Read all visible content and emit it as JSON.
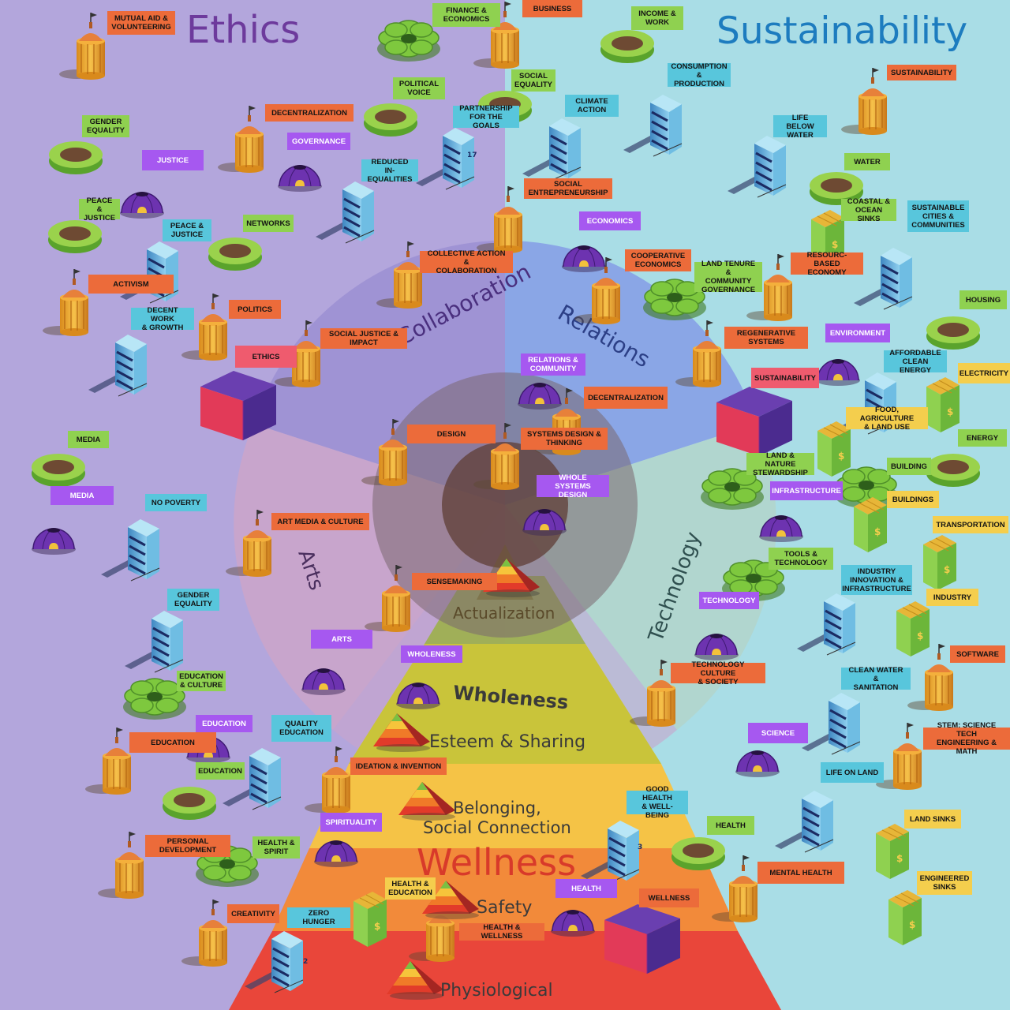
{
  "titles": {
    "left": "Ethics",
    "right": "Sustainability"
  },
  "sectors": {
    "collaboration": "Collaboration",
    "relations": "Relations",
    "arts": "Arts",
    "technology": "Technology",
    "center": "Actualization"
  },
  "pyramid": {
    "wholeness": "Wholeness",
    "esteem": "Esteem & Sharing",
    "belonging": "Belonging,\nSocial Connection",
    "wellness": "Wellness",
    "safety": "Safety",
    "physiological": "Physiological"
  },
  "colors": {
    "left_bg": "#b3a6dc",
    "right_bg": "#a9dde6",
    "ethics_title": "#6d3a9c",
    "sustainability_title": "#1d7cbf",
    "orange": "#ec6b3a",
    "purple": "#a658f0",
    "cyan": "#58c6dc",
    "green": "#8fd150",
    "yellow": "#f4ce4d",
    "pink": "#ef5b6e"
  },
  "labels": {
    "mutual_aid": "MUTUAL AID &\nVOLUNTEERING",
    "finance": "FINANCE &\nECONOMICS",
    "business": "BUSINESS",
    "income": "INCOME &\nWORK",
    "social_equality": "SOCIAL\nEQUALITY",
    "political_voice": "POLITICAL\nVOICE",
    "partnership": "PARTNERSHIP\nFOR THE GOALS",
    "consumption": "CONSUMPTION\n& PRODUCTION",
    "sustainability_top": "SUSTAINABILITY",
    "climate_action": "CLIMATE\nACTION",
    "gender_equality_top": "GENDER\nEQUALITY",
    "decentralization_top": "DECENTRALIZATION",
    "governance": "GOVERNANCE",
    "justice": "JUSTICE",
    "reduced_inequalities": "REDUCED IN-\nEQUALITIES",
    "life_below_water": "LIFE BELOW\nWATER",
    "water": "WATER",
    "social_entrepreneurship": "SOCIAL\nENTREPRENEURSHIP",
    "peace_justice_1": "PEACE &\nJUSTICE",
    "peace_justice_2": "PEACE &\nJUSTICE",
    "networks": "NETWORKS",
    "economics": "ECONOMICS",
    "coastal": "COASTAL &\nOCEAN SINKS",
    "sustainable_cities": "SUSTAINABLE\nCITIES &\nCOMMUNITIES",
    "collective_action": "COLLECTIVE ACTION &\nCOLABORATION",
    "cooperative": "COOPERATIVE\nECONOMICS",
    "land_tenure": "LAND TENURE &\nCOMMUNITY\nGOVERNANCE",
    "resource_based": "RESOURC-BASED\nECONOMY",
    "activism": "ACTIVISM",
    "housing": "HOUSING",
    "decent_work": "DECENT WORK\n& GROWTH",
    "politics": "POLITICS",
    "social_justice": "SOCIAL JUSTICE &\nIMPACT",
    "regenerative": "REGENERATIVE\nSYSTEMS",
    "environment": "ENVIRONMENT",
    "affordable_energy": "AFFORDABLE\nCLEAN ENERGY",
    "ethics_center": "ETHICS",
    "relations_community": "RELATIONS &\nCOMMUNITY",
    "electricity": "ELECTRICITY",
    "sustainability_mid": "SUSTAINABILITY",
    "decentralization_mid": "DECENTRALIZATION",
    "food_agriculture": "FOOD, AGRICULTURE\n& LAND USE",
    "design": "DESIGN",
    "systems_design": "SYSTEMS DESIGN &\nTHINKING",
    "media_green": "MEDIA",
    "energy": "ENERGY",
    "land_nature": "LAND & NATURE\nSTEWARDSHIP",
    "building": "BUILDING",
    "whole_systems": "WHOLE SYSTEMS\nDESIGN",
    "infrastructure": "INFRASTRUCTURE",
    "media_purple": "MEDIA",
    "no_poverty": "NO POVERTY",
    "buildings": "BUILDINGS",
    "art_media": "ART MEDIA & CULTURE",
    "transportation": "TRANSPORTATION",
    "tools_tech": "TOOLS &\nTECHNOLOGY",
    "industry_innovation": "INDUSTRY\nINNOVATION &\nINFRASTRUCTURE",
    "sensemaking": "SENSEMAKING",
    "gender_equality_mid": "GENDER\nEQUALITY",
    "technology": "TECHNOLOGY",
    "industry": "INDUSTRY",
    "arts": "ARTS",
    "wholeness": "WHOLENESS",
    "software": "SOFTWARE",
    "tech_culture": "TECHNOLOGY CULTURE\n& SOCIETY",
    "clean_water": "CLEAN WATER &\nSANITATION",
    "education_culture": "EDUCATION\n& CULTURE",
    "education_purple": "EDUCATION",
    "quality_education": "QUALITY\nEDUCATION",
    "science": "SCIENCE",
    "stem": "STEM: SCIENCE TECH\nENGINEERING & MATH",
    "education_orange": "EDUCATION",
    "education_green": "EDUCATION",
    "ideation": "IDEATION & INVENTION",
    "life_on_land": "LIFE ON LAND",
    "good_health": "GOOD HEALTH\n& WELL-BEING",
    "health_yellow": "HEALTH",
    "land_sinks": "LAND SINKS",
    "spirituality": "SPIRITUALITY",
    "personal_dev": "PERSONAL\nDEVELOPMENT",
    "health_spirit": "HEALTH &\nSPIRIT",
    "mental_health": "MENTAL HEALTH",
    "engineered_sinks": "ENGINEERED\nSINKS",
    "health_education": "HEALTH &\nEDUCATION",
    "health_purple": "HEALTH",
    "wellness": "WELLNESS",
    "creativity": "CREATIVITY",
    "zero_hunger": "ZERO HUNGER",
    "health_wellness": "HEALTH & WELLNESS"
  },
  "sdg_numbers": {
    "partnership": "17",
    "good_health": "3",
    "zero_hunger": "2"
  }
}
